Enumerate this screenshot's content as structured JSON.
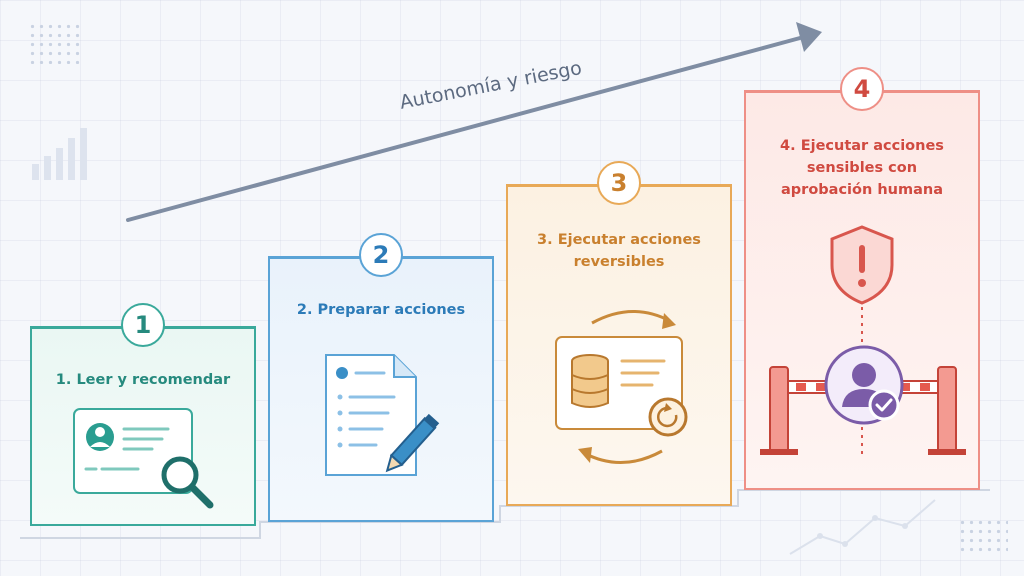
{
  "diagram": {
    "axis_label": "Autonomía y riesgo",
    "steps": [
      {
        "number": "1",
        "title": "1. Leer y recomendar",
        "color": "#2a9d90"
      },
      {
        "number": "2",
        "title": "2. Preparar acciones",
        "color": "#3a8fc7"
      },
      {
        "number": "3",
        "title_lines": [
          "3. Ejecutar acciones",
          "reversibles"
        ],
        "color": "#d99a44"
      },
      {
        "number": "4",
        "title_lines": [
          "4. Ejecutar acciones",
          "sensibles con",
          "aprobación humana"
        ],
        "color": "#d8564d"
      }
    ],
    "icons": {
      "step1": "profile-card-search-icon",
      "step2": "document-edit-icon",
      "step3": "database-undo-icon",
      "step4": [
        "warning-shield-icon",
        "approval-barrier-icon",
        "user-check-icon"
      ]
    },
    "accent_colors": {
      "teal": "#2a9d90",
      "blue": "#3a8fc7",
      "amber": "#d99a44",
      "red": "#d8564d",
      "purple": "#7b5ca8",
      "arrow": "#7f8da3"
    }
  }
}
